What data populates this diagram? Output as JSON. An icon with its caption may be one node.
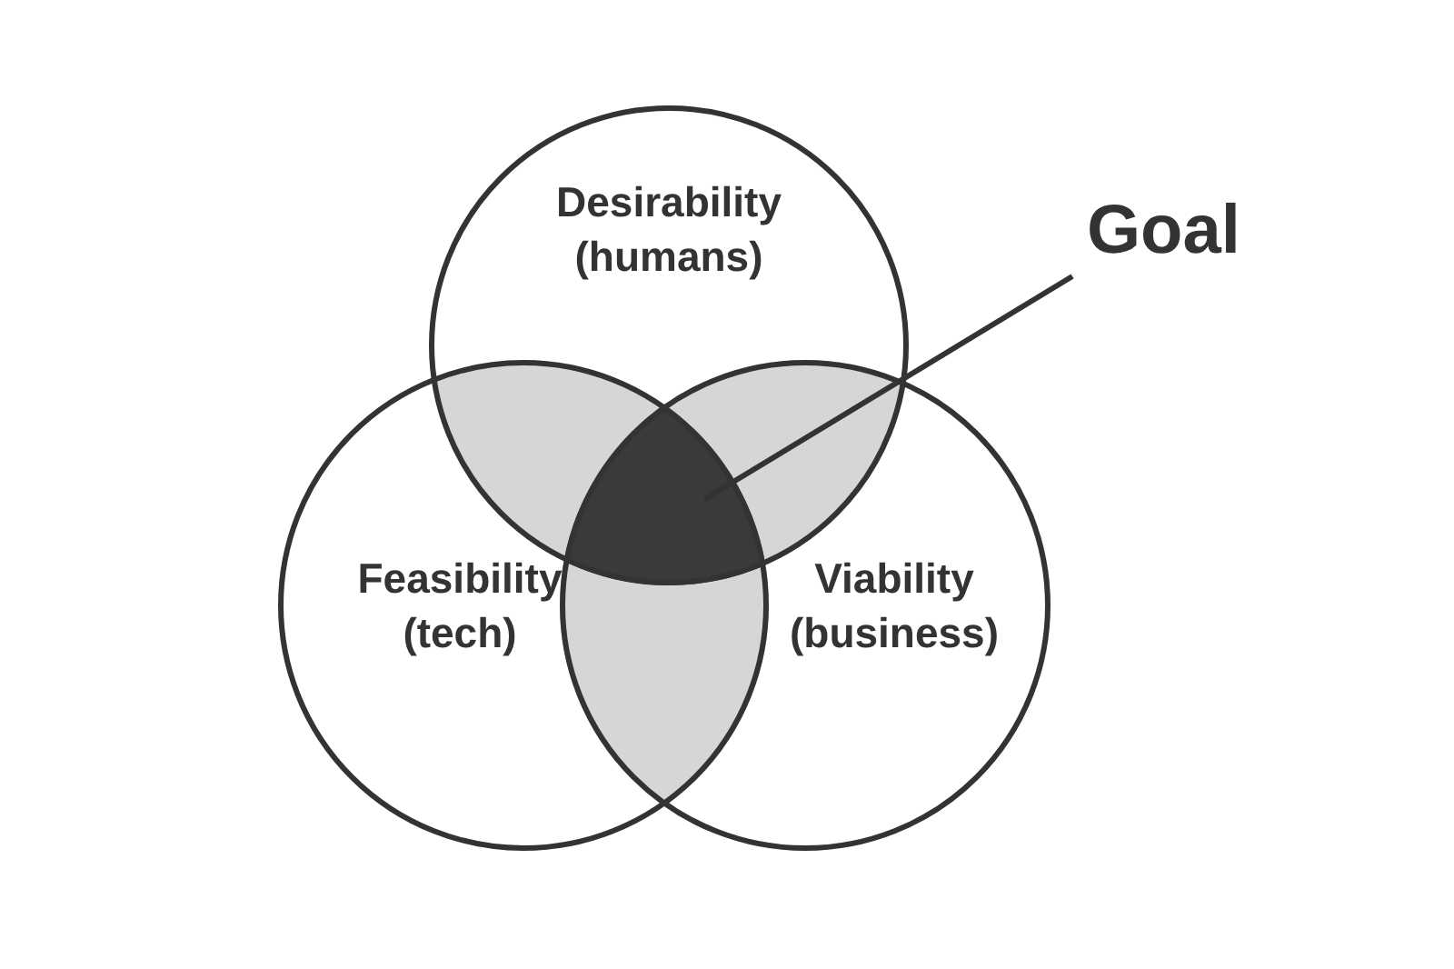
{
  "diagram": {
    "nodes": [
      {
        "text": [
          "Desirability (humans)"
        ]
      },
      {
        "text": [
          "Feasibility (tech)"
        ]
      },
      {
        "text": [
          "Viability (business)"
        ]
      },
      {
        "text": [
          "Goal"
        ]
      },
      {
        "text": [],
        "shape": "region"
      }
    ],
    "edges": [
      {
        "from": 3,
        "to": 4,
        "arrow": "none"
      }
    ]
  }
}
